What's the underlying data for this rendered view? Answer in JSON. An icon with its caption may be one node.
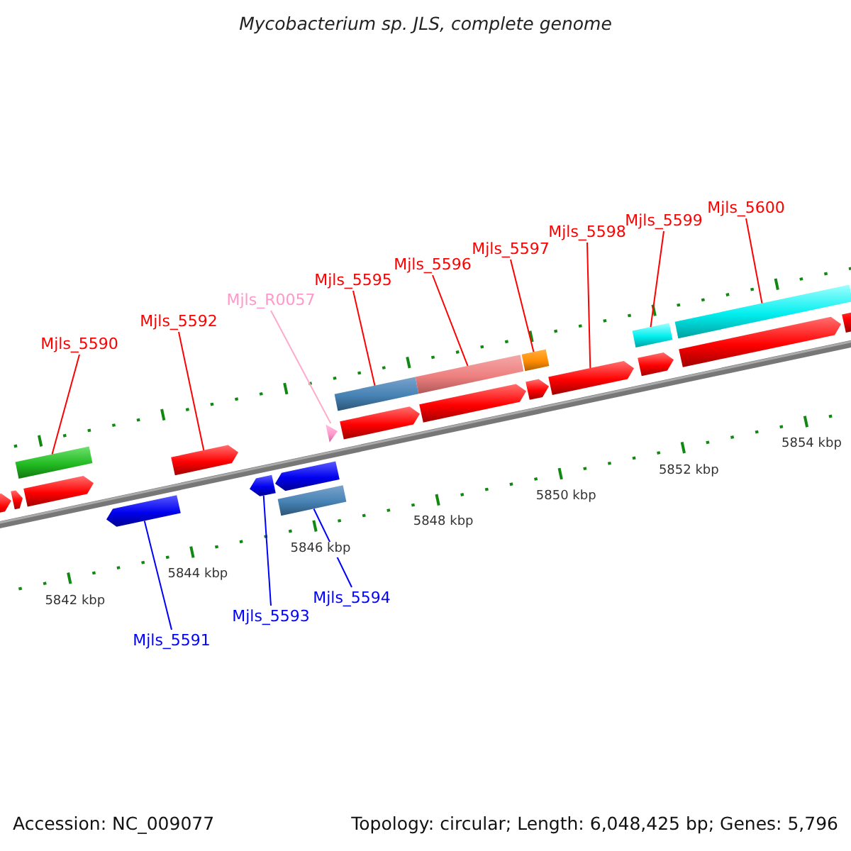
{
  "diagram": {
    "title": "Mycobacterium sp. JLS, complete genome",
    "nodes": [
      {
        "text": [
          "Mjls_5590"
        ]
      },
      {
        "text": [
          "Mjls_5592"
        ]
      },
      {
        "text": [
          "Mjls_R0057"
        ]
      },
      {
        "text": [
          "Mjls_5595"
        ]
      },
      {
        "text": [
          "Mjls_5596"
        ]
      },
      {
        "text": [
          "Mjls_5597"
        ]
      },
      {
        "text": [
          "Mjls_5598"
        ]
      },
      {
        "text": [
          "Mjls_5599"
        ]
      },
      {
        "text": [
          "Mjls_5600"
        ]
      },
      {
        "text": [
          "Mjls_5591"
        ]
      },
      {
        "text": [
          "Mjls_5593"
        ]
      },
      {
        "text": [
          "Mjls_5594"
        ]
      },
      {
        "text": [],
        "shape": "arrow"
      },
      {
        "text": [],
        "shape": "arrow"
      },
      {
        "text": [],
        "shape": "bar"
      },
      {
        "text": [],
        "shape": "arrow"
      },
      {
        "text": [],
        "shape": "arrow"
      },
      {
        "text": [],
        "shape": "arrow"
      },
      {
        "text": [],
        "shape": "arrow"
      },
      {
        "text": [],
        "shape": "arrow"
      },
      {
        "text": [],
        "shape": "bar"
      },
      {
        "text": [],
        "shape": "triangle"
      },
      {
        "text": [],
        "shape": "bar"
      },
      {
        "text": [],
        "shape": "arrow"
      },
      {
        "text": [],
        "shape": "bar"
      },
      {
        "text": [],
        "shape": "arrow"
      },
      {
        "text": [],
        "shape": "bar"
      },
      {
        "text": [],
        "shape": "arrow"
      },
      {
        "text": [],
        "shape": "arrow"
      },
      {
        "text": [],
        "shape": "bar"
      },
      {
        "text": [],
        "shape": "arrow"
      },
      {
        "text": [],
        "shape": "bar"
      },
      {
        "text": [],
        "shape": "arrow"
      },
      {
        "text": [],
        "shape": "arrow"
      }
    ],
    "edges": [
      {
        "from": 0,
        "to": 14,
        "arrow": "none"
      },
      {
        "from": 1,
        "to": 17,
        "arrow": "none"
      },
      {
        "from": 2,
        "to": 21,
        "arrow": "none",
        "color": "#ffaacc"
      },
      {
        "from": 3,
        "to": 22,
        "arrow": "none"
      },
      {
        "from": 4,
        "to": 24,
        "arrow": "none"
      },
      {
        "from": 5,
        "to": 26,
        "arrow": "none"
      },
      {
        "from": 6,
        "to": 28,
        "arrow": "none"
      },
      {
        "from": 7,
        "to": 29,
        "arrow": "none"
      },
      {
        "from": 8,
        "to": 31,
        "arrow": "none"
      },
      {
        "from": 9,
        "to": 16,
        "arrow": "none",
        "color": "#0000ff"
      },
      {
        "from": 10,
        "to": 18,
        "arrow": "none",
        "color": "#0000ff"
      },
      {
        "from": 11,
        "to": 20,
        "arrow": "none",
        "color": "#0000ff"
      }
    ],
    "labels": [
      "5842 kbp",
      "5844 kbp",
      "5846 kbp",
      "5848 kbp",
      "5850 kbp",
      "5852 kbp",
      "5854 kbp",
      "Accession: NC_009077",
      "Topology: circular; Length: 6,048,425 bp; Genes: 5,796"
    ]
  }
}
